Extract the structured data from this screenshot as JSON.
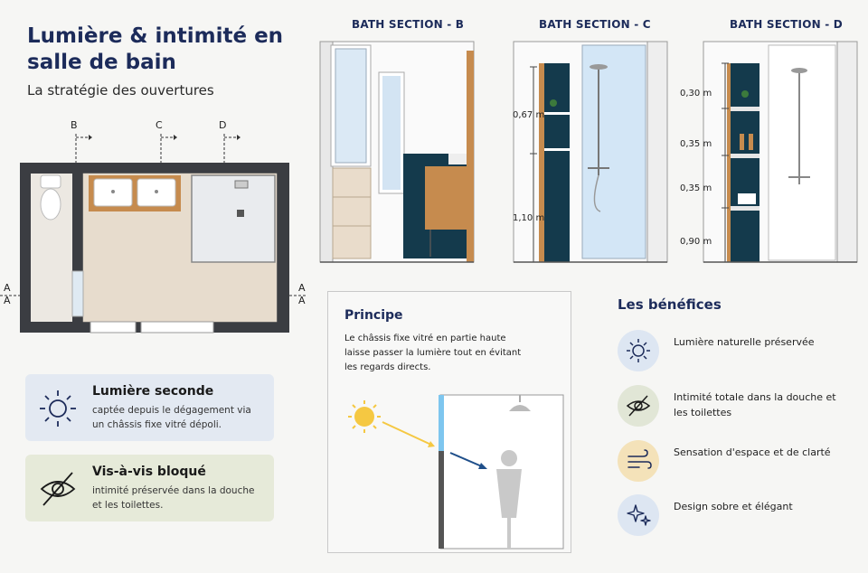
{
  "header": {
    "title": "Lumière & intimité en salle de bain",
    "subtitle": "La stratégie des ouvertures"
  },
  "plan": {
    "markers": [
      "B",
      "C",
      "D"
    ],
    "section_mark_left": [
      "A",
      "A"
    ],
    "section_mark_right": [
      "A",
      "A"
    ]
  },
  "sections": {
    "b": {
      "title": "BATH SECTION - B"
    },
    "c": {
      "title": "BATH SECTION - C",
      "dims": [
        "0,67 m",
        "1,10 m"
      ]
    },
    "d": {
      "title": "BATH SECTION - D",
      "dims": [
        "0,30 m",
        "0,35 m",
        "0,35 m",
        "0,90 m"
      ]
    }
  },
  "cards": [
    {
      "title": "Lumière seconde",
      "text": "captée depuis le dégagement via un châssis fixe vitré dépoli.",
      "icon": "sun-icon",
      "color": "#e3e9f2"
    },
    {
      "title": "Vis-à-vis bloqué",
      "text": "intimité préservée dans la douche et les toilettes.",
      "icon": "eye-slash-icon",
      "color": "#e6ead9"
    }
  ],
  "principe": {
    "title": "Principe",
    "text": "Le châssis fixe vitré en partie haute laisse passer la lumière tout en évitant les regards directs."
  },
  "benefices": {
    "title": "Les bénéfices",
    "items": [
      {
        "label": "Lumière naturelle préservée",
        "icon": "sun-icon",
        "color": "#dde6f2"
      },
      {
        "label": "Intimité totale dans la douche et les toilettes",
        "icon": "eye-slash-icon",
        "color": "#e1e6d6"
      },
      {
        "label": "Sensation d'espace et de clarté",
        "icon": "wind-icon",
        "color": "#f4e2b9"
      },
      {
        "label": "Design sobre et élégant",
        "icon": "sparkle-icon",
        "color": "#dde6f2"
      }
    ]
  },
  "colors": {
    "navy": "#1c2b5a",
    "teal_tile": "#143a4c",
    "wood": "#c68b4e",
    "glass": "#cfe3f3"
  }
}
